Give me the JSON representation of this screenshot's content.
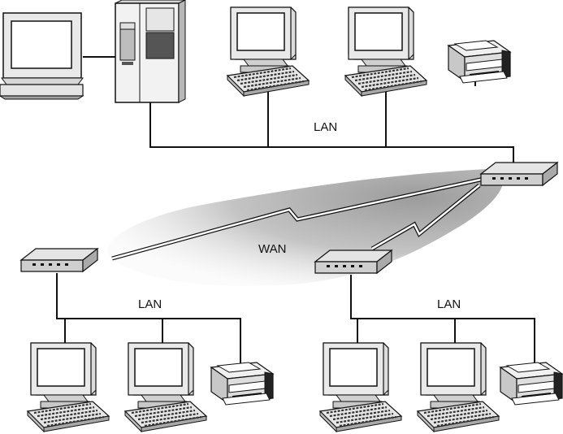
{
  "labels": {
    "lan_top": "LAN",
    "wan": "WAN",
    "lan_left": "LAN",
    "lan_right": "LAN"
  },
  "colors": {
    "stroke": "#111111",
    "screen": "#ffffff",
    "case": "#e8e8e8",
    "case_dark": "#9a9a9a",
    "wan_cloud": "#b8b8b8"
  },
  "icons": {
    "laptop": "laptop-icon",
    "server": "server-icon",
    "workstation": "workstation-icon",
    "printer": "printer-icon",
    "router": "router-icon"
  }
}
